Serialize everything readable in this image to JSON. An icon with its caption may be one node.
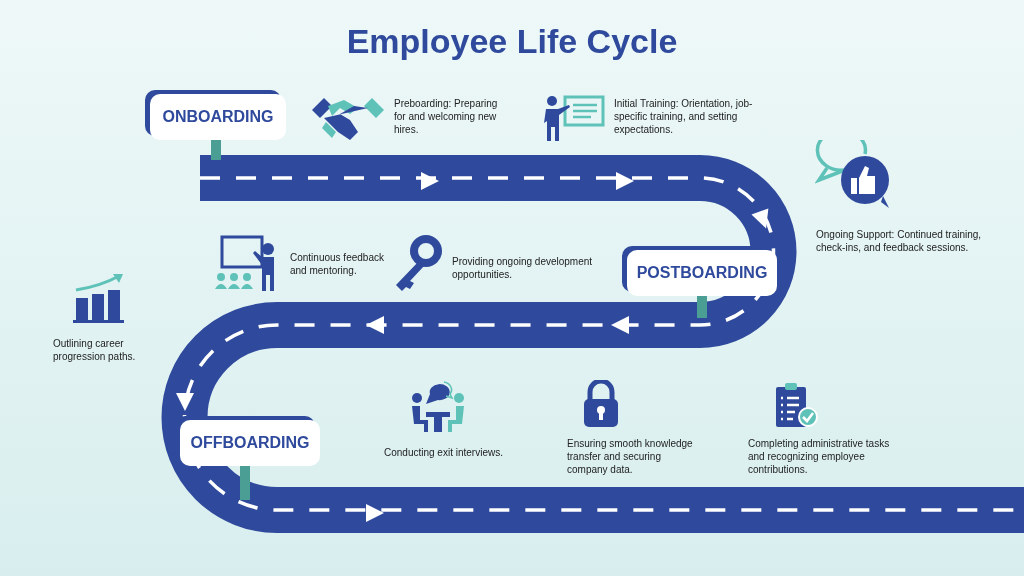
{
  "diagram": {
    "title": "Employee Life Cycle",
    "nodes": [
      {
        "text": [
          "ONBOARDING"
        ]
      },
      {
        "text": [
          "POSTBOARDING"
        ]
      },
      {
        "text": [
          "OFFBOARDING"
        ]
      }
    ],
    "labels": [
      "Preboarding: Preparing for and welcoming new hires.",
      "Initial Training: Orientation, job-specific training, and setting expectations.",
      "Ongoing Support: Continued training, check-ins, and feedback sessions.",
      "Continuous feedback and mentoring.",
      "Providing ongoing development opportunities.",
      "Outlining career progression paths.",
      "Conducting exit interviews.",
      "Ensuring smooth knowledge transfer and securing company data.",
      "Completing administrative tasks and recognizing employee contributions."
    ]
  }
}
